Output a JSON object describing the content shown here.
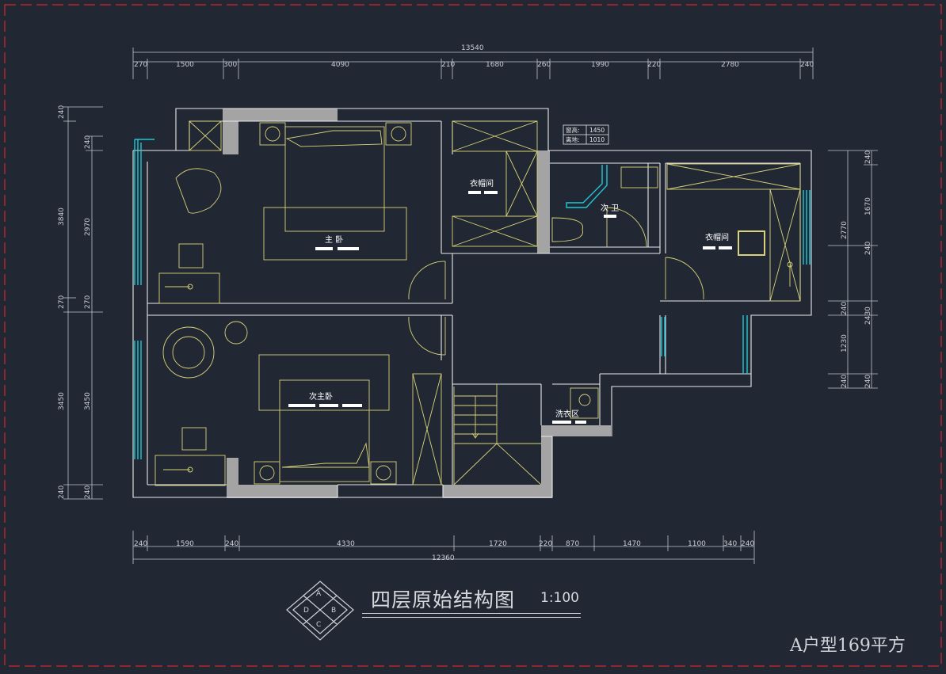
{
  "drawing": {
    "title": "四层原始结构图",
    "scale": "1:100",
    "unit_type": "A户型169平方",
    "compass_letters": [
      "A",
      "B",
      "C",
      "D"
    ]
  },
  "top_dims": {
    "total": "13540",
    "segments": [
      "270",
      "1500",
      "300",
      "4090",
      "210",
      "1680",
      "260",
      "1990",
      "220",
      "2780",
      "240"
    ]
  },
  "bottom_dims": {
    "total": "12360",
    "segments": [
      "240",
      "1590",
      "240",
      "4330",
      "1720",
      "220",
      "870",
      "1470",
      "1100",
      "340",
      "240"
    ]
  },
  "left_dims": {
    "outer": [
      "240",
      "3840",
      "270",
      "3450",
      "240"
    ],
    "inner": [
      "240",
      "2970",
      "270",
      "3450",
      "240"
    ]
  },
  "right_dims": {
    "outer": [
      "240",
      "1670",
      "240",
      "2430",
      "240"
    ],
    "inner": [
      "2770",
      "240",
      "1230",
      "240"
    ]
  },
  "rooms": {
    "master_bedroom": "主 卧",
    "second_master_bedroom": "次主卧",
    "closet_1": "衣帽间",
    "closet_2": "衣帽间",
    "second_bath": "次 卫",
    "laundry": "洗衣区"
  },
  "window_note": {
    "sill_label": "窗高:",
    "sill_value": "1450",
    "height_label": "离地:",
    "height_value": "1010"
  },
  "colors": {
    "background": "#222833",
    "wall": "#e8e8e8",
    "column": "#a4a4a4",
    "furniture": "#d8d27a",
    "window": "#20c7d6",
    "border": "#d4262d"
  }
}
